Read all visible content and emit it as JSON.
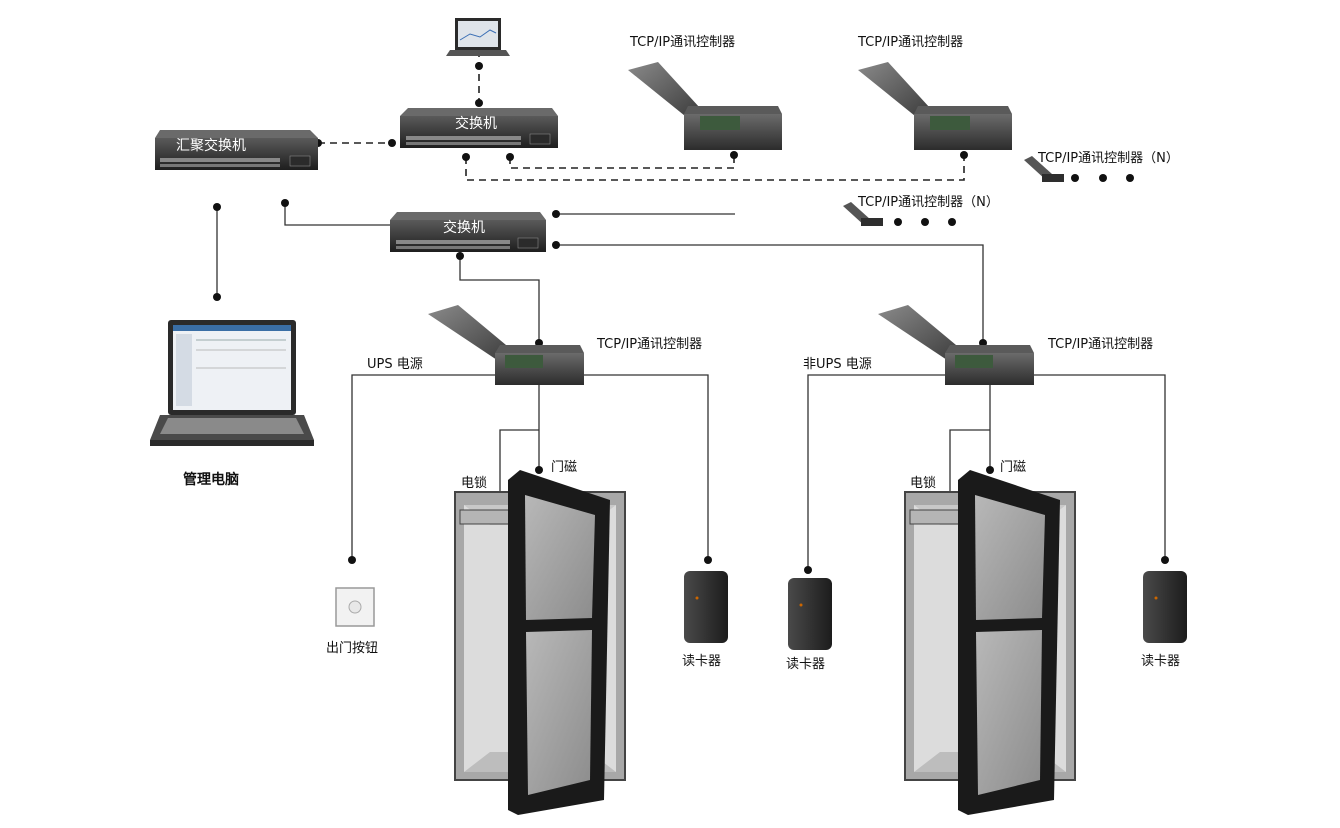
{
  "switches": {
    "aggregation": "汇聚交换机",
    "upper": "交换机",
    "lower": "交换机"
  },
  "controllers": {
    "top_a": "TCP/IP通讯控制器",
    "top_b": "TCP/IP通讯控制器",
    "more_right": "TCP/IP通讯控制器（N）",
    "more_mid": "TCP/IP通讯控制器（N）",
    "door_a": "TCP/IP通讯控制器",
    "door_b": "TCP/IP通讯控制器"
  },
  "power": {
    "ups": "UPS 电源",
    "non_ups": "非UPS 电源"
  },
  "door_labels": {
    "lock_a": "电锁",
    "magnet_a": "门磁",
    "lock_b": "电锁",
    "magnet_b": "门磁"
  },
  "devices": {
    "exit_button": "出门按钮",
    "reader_a": "读卡器",
    "reader_b_left": "读卡器",
    "reader_b_right": "读卡器",
    "management_pc": "管理电脑"
  },
  "colors": {
    "device_dark": "#3a3a3a",
    "door_frame": "#1a1a1a",
    "door_glass": "#9a9a9a",
    "wire": "#333333"
  }
}
